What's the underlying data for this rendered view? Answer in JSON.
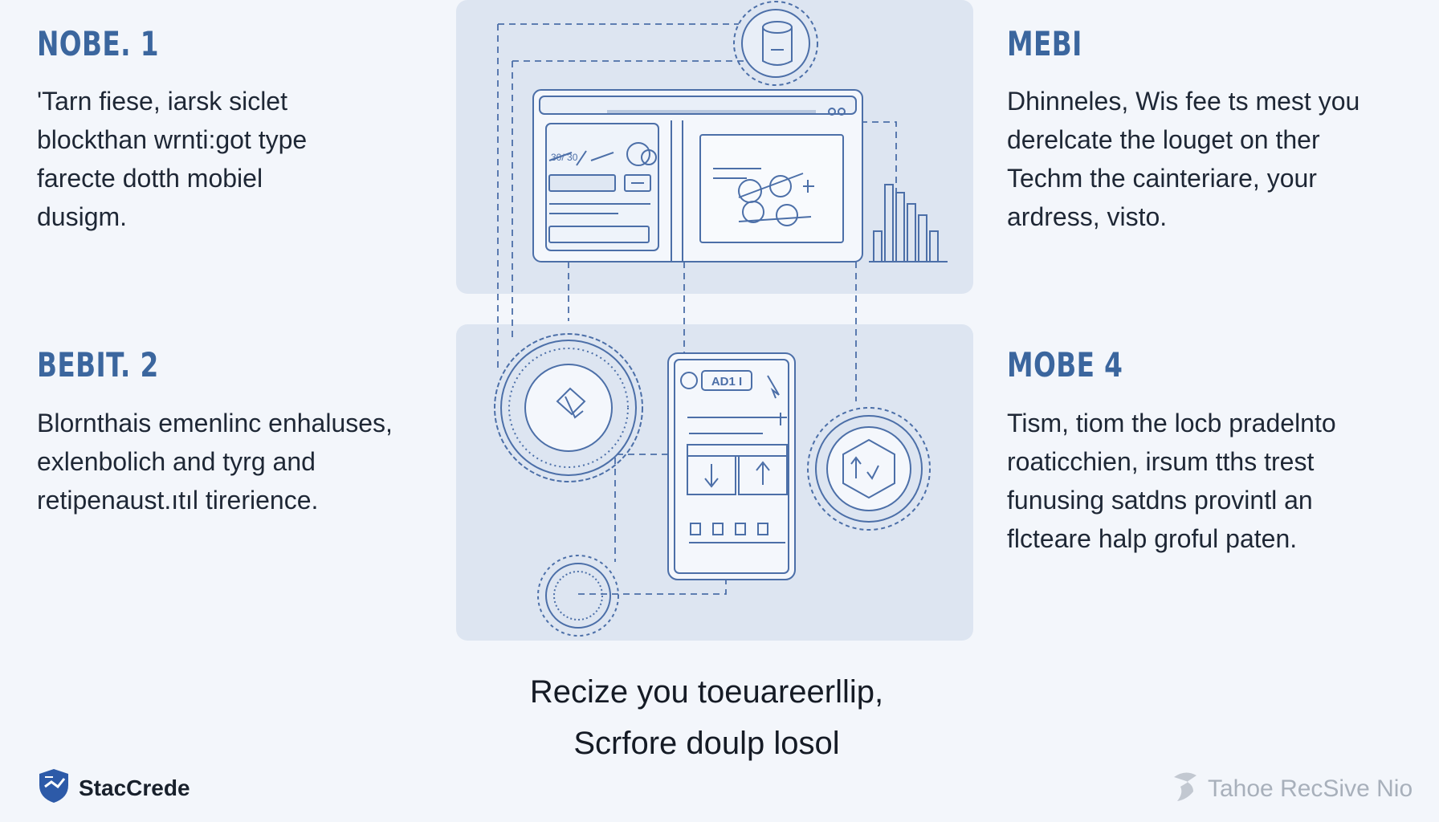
{
  "sections": [
    {
      "heading": "NOBE. 1",
      "lines": [
        "'Tarn fiese, iarsk siclet",
        "blockthan wrnti:got type",
        "farecte dotth mobiel",
        "dusigm."
      ]
    },
    {
      "heading": "MEBI",
      "lines": [
        "Dhinneles, Wis fee ts mest you",
        "derelcate the louget on ther",
        "Techm the cainteriare, your",
        "ardress, visto."
      ]
    },
    {
      "heading": "BEBIT. 2",
      "lines": [
        "Blornthais emenlinc enhaluses,",
        "exlenbolich and tyrg and",
        "retipenaust.ıtıl tirerience."
      ]
    },
    {
      "heading": "MOBE 4",
      "lines": [
        "Tism, tiom the locb pradelnto",
        "roaticchien, irsum tths trest",
        "funusing satdns provintl an",
        "flcteare halp groful paten."
      ]
    }
  ],
  "illustration": {
    "phone_badge": "AD1 I",
    "mini_label_1": "30/ 30"
  },
  "caption": {
    "line1": "Recize you toeuareerllip,",
    "line2": "Scrfore doulp losol"
  },
  "brand": {
    "name": "StacCrede",
    "icon": "shield-icon"
  },
  "watermark": {
    "text": "Tahoe RecSive Nio",
    "icon": "swirl-icon"
  },
  "colors": {
    "background": "#f3f6fb",
    "panel": "#dde5f1",
    "heading": "#3b669e",
    "line_art": "#4c6fa8"
  }
}
